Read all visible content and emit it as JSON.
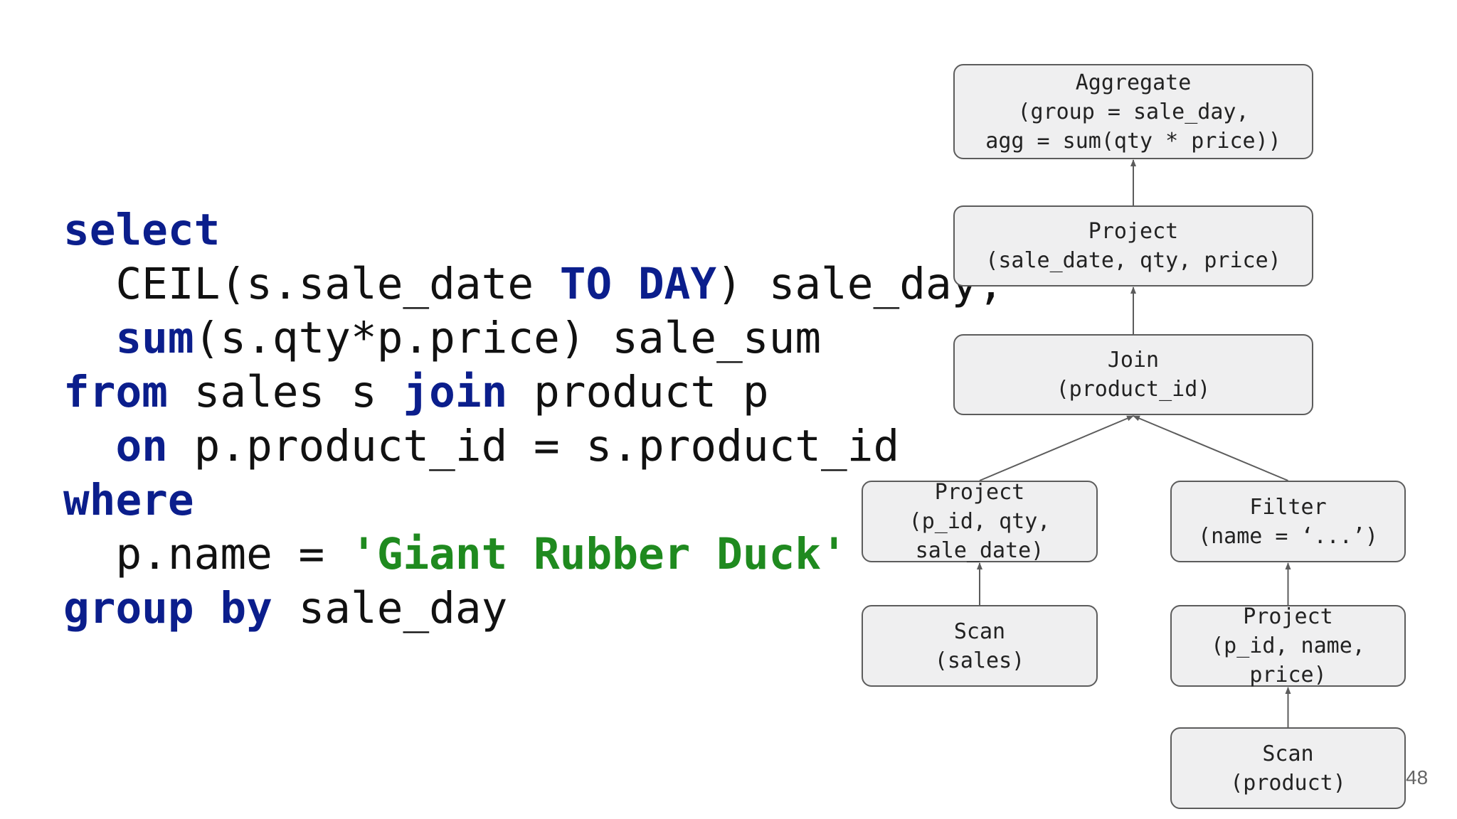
{
  "sql": {
    "lines": [
      [
        {
          "t": "select",
          "k": "kw"
        }
      ],
      [
        {
          "t": "  CEIL(s.sale_date ",
          "k": "plain"
        },
        {
          "t": "TO DAY",
          "k": "kw"
        },
        {
          "t": ") sale_day,",
          "k": "plain"
        }
      ],
      [
        {
          "t": "  ",
          "k": "plain"
        },
        {
          "t": "sum",
          "k": "kw"
        },
        {
          "t": "(s.qty*p.price) sale_sum",
          "k": "plain"
        }
      ],
      [
        {
          "t": "from",
          "k": "kw"
        },
        {
          "t": " sales s ",
          "k": "plain"
        },
        {
          "t": "join",
          "k": "kw"
        },
        {
          "t": " product p",
          "k": "plain"
        }
      ],
      [
        {
          "t": "  ",
          "k": "plain"
        },
        {
          "t": "on",
          "k": "kw"
        },
        {
          "t": " p.product_id = s.product_id",
          "k": "plain"
        }
      ],
      [
        {
          "t": "where",
          "k": "kw"
        }
      ],
      [
        {
          "t": "  p.name = ",
          "k": "plain"
        },
        {
          "t": "'Giant Rubber Duck'",
          "k": "str"
        }
      ],
      [
        {
          "t": "group by",
          "k": "kw"
        },
        {
          "t": " sale_day",
          "k": "plain"
        }
      ]
    ]
  },
  "plan": {
    "aggregate": {
      "lines": [
        "Aggregate",
        "(group = sale_day,",
        "agg = sum(qty * price))"
      ]
    },
    "project_top": {
      "lines": [
        "Project",
        "(sale_date, qty, price)"
      ]
    },
    "join": {
      "lines": [
        "Join",
        "(product_id)"
      ]
    },
    "project_sales": {
      "lines": [
        "Project",
        "(p_id, qty,",
        "sale_date)"
      ]
    },
    "filter": {
      "lines": [
        "Filter",
        "(name = ‘...’)"
      ]
    },
    "scan_sales": {
      "lines": [
        "Scan",
        "(sales)"
      ]
    },
    "project_product": {
      "lines": [
        "Project",
        "(p_id, name,",
        "price)"
      ]
    },
    "scan_product": {
      "lines": [
        "Scan",
        "(product)"
      ]
    }
  },
  "edges": [
    [
      "project_top",
      "aggregate"
    ],
    [
      "join",
      "project_top"
    ],
    [
      "project_sales",
      "join"
    ],
    [
      "filter",
      "join"
    ],
    [
      "scan_sales",
      "project_sales"
    ],
    [
      "project_product",
      "filter"
    ],
    [
      "scan_product",
      "project_product"
    ]
  ],
  "page_number": "48",
  "colors": {
    "keyword": "#0b1e8c",
    "string": "#1f8a1f",
    "node_fill": "#efeff0",
    "node_border": "#5c5c5c",
    "edge": "#5c5c5c"
  }
}
